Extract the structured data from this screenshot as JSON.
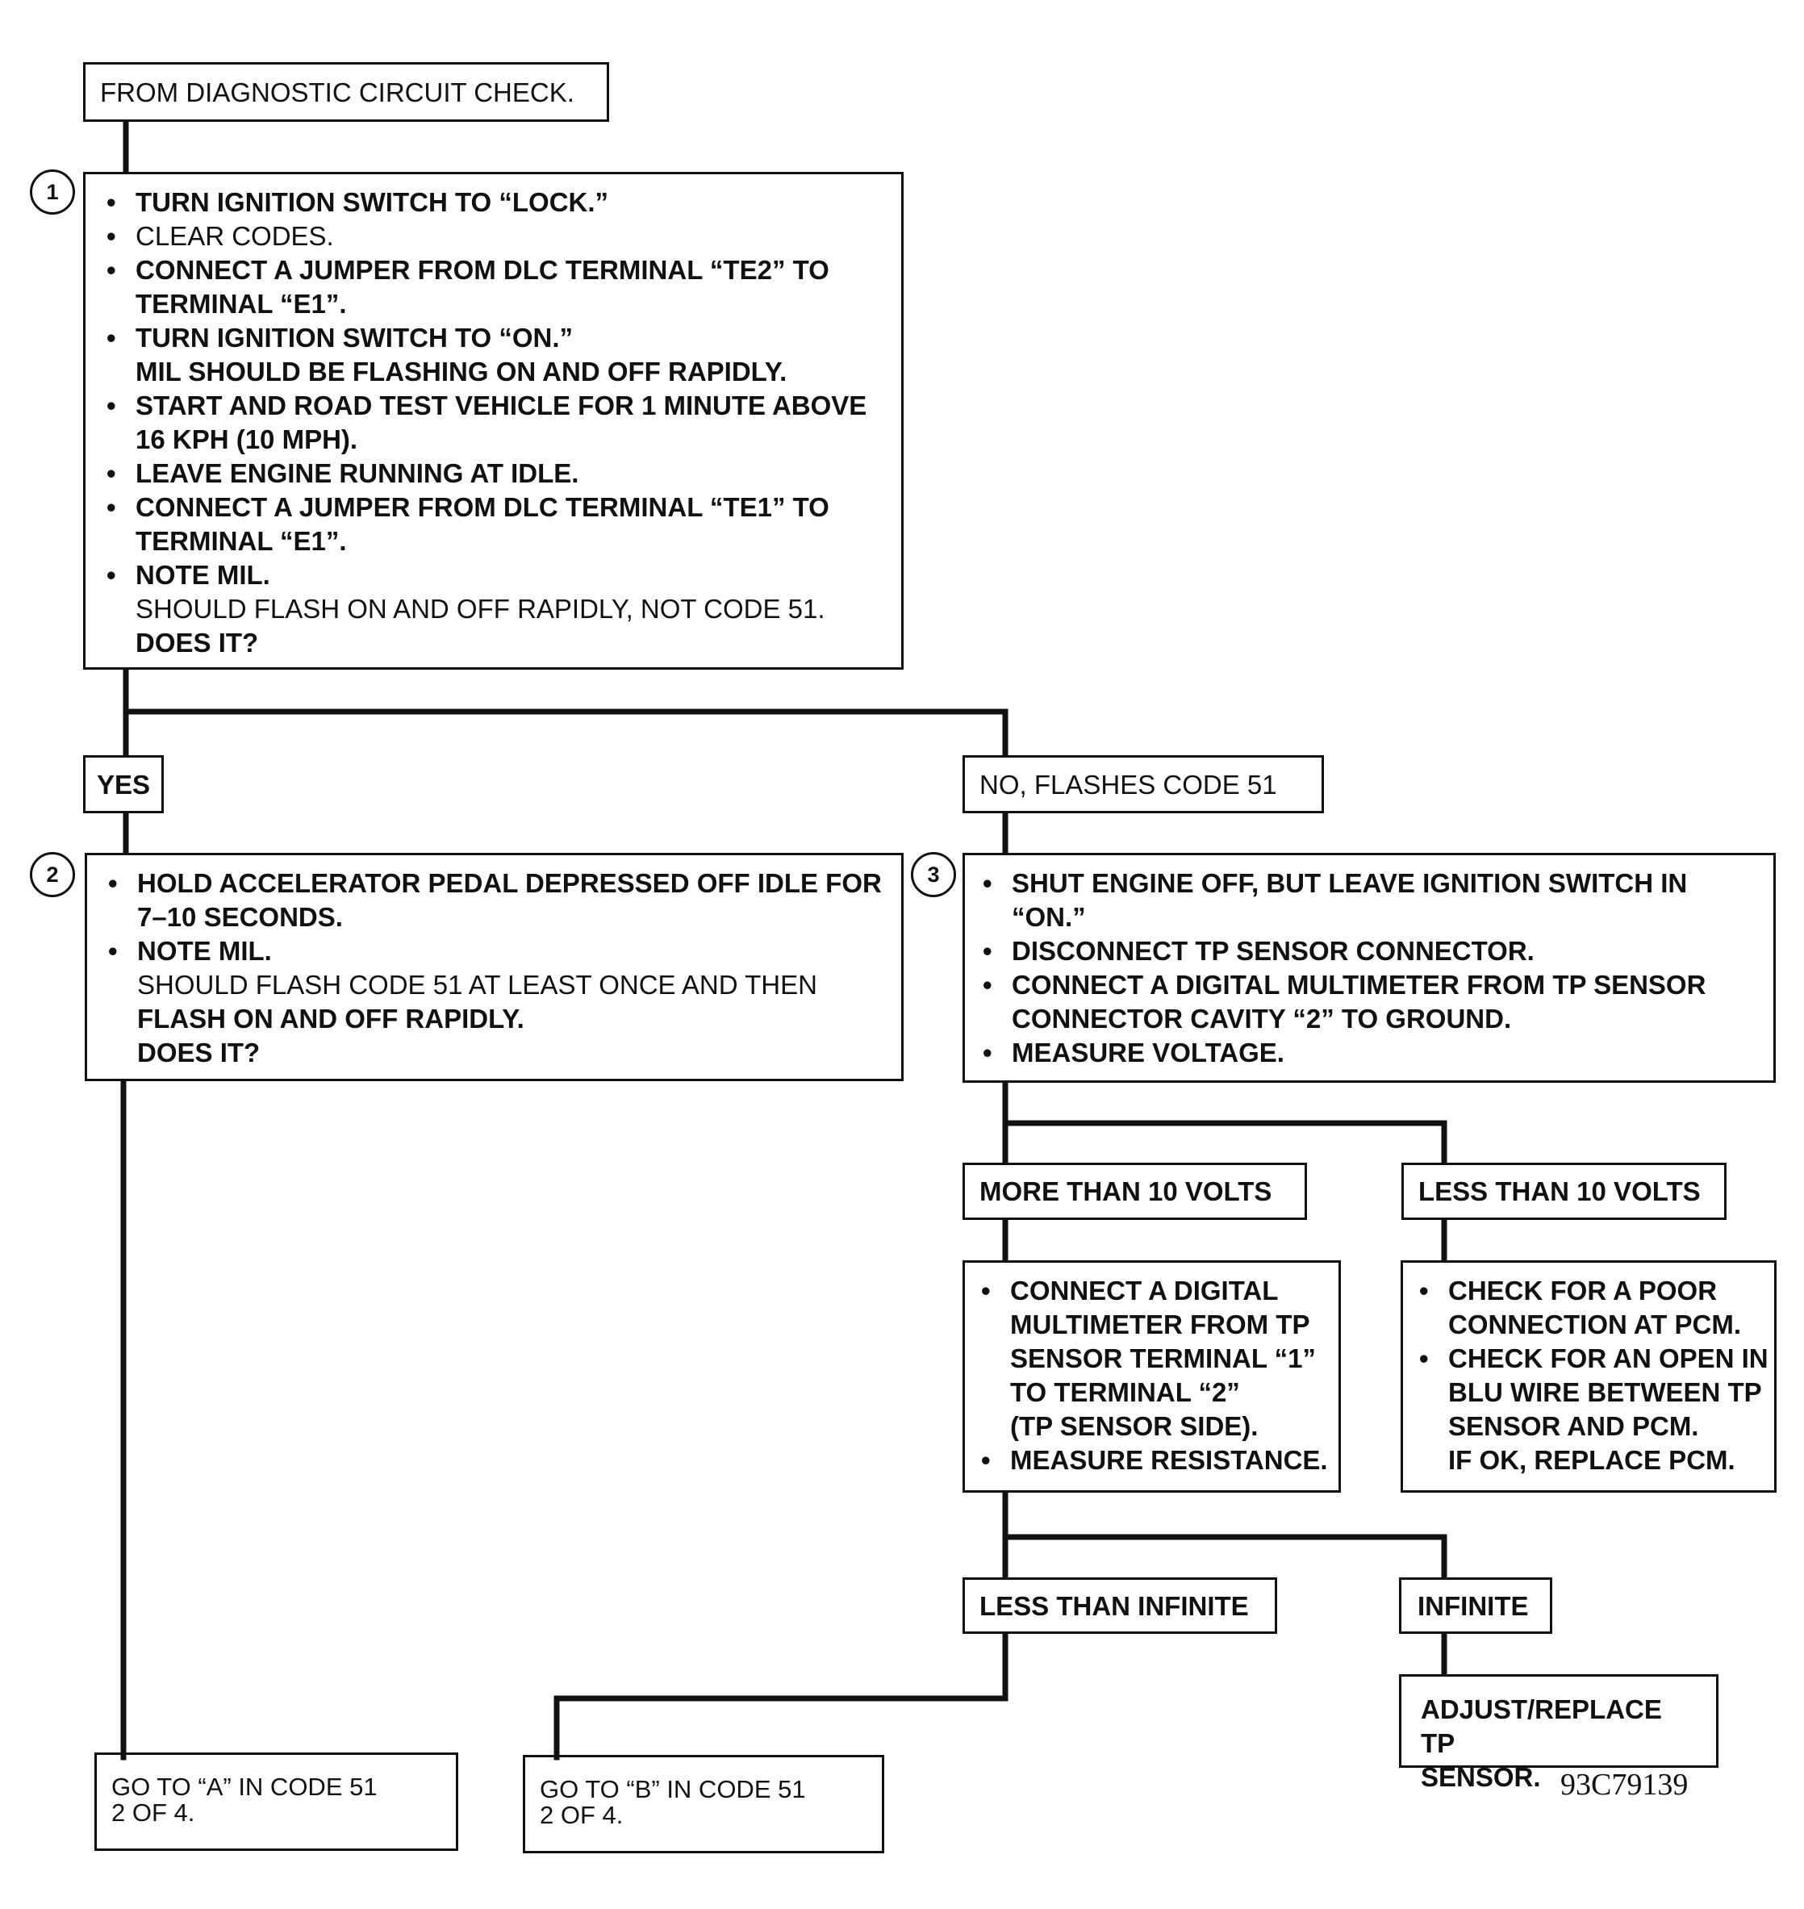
{
  "start": {
    "label": "FROM DIAGNOSTIC CIRCUIT CHECK."
  },
  "step1": {
    "number": "1",
    "items": [
      {
        "bold": true,
        "lines": [
          "TURN IGNITION SWITCH TO “LOCK.”"
        ]
      },
      {
        "bold": false,
        "lines": [
          "CLEAR CODES."
        ]
      },
      {
        "bold": true,
        "lines": [
          "CONNECT A JUMPER FROM DLC TERMINAL “TE2” TO",
          "TERMINAL “E1”."
        ]
      },
      {
        "bold": true,
        "lines": [
          "TURN IGNITION SWITCH TO “ON.”",
          "MIL SHOULD BE FLASHING ON AND OFF RAPIDLY."
        ]
      },
      {
        "bold": true,
        "lines": [
          "START AND ROAD TEST VEHICLE FOR 1 MINUTE ABOVE",
          "16 KPH (10 MPH)."
        ]
      },
      {
        "bold": true,
        "lines": [
          "LEAVE ENGINE RUNNING AT IDLE."
        ]
      },
      {
        "bold": true,
        "lines": [
          "CONNECT A JUMPER FROM DLC TERMINAL “TE1” TO",
          "TERMINAL “E1”."
        ]
      },
      {
        "bold": true,
        "lines": [
          "NOTE MIL."
        ]
      }
    ],
    "note_line": "SHOULD FLASH ON AND OFF RAPIDLY, NOT CODE 51.",
    "question": "DOES IT?"
  },
  "yes_label": "YES",
  "no_label": "NO, FLASHES CODE 51",
  "step2": {
    "number": "2",
    "line1": "HOLD ACCELERATOR PEDAL DEPRESSED OFF IDLE FOR",
    "line2": "7–10 SECONDS.",
    "item2": "NOTE MIL.",
    "note_line": "SHOULD FLASH CODE 51 AT LEAST ONCE AND THEN",
    "note_line2": "FLASH ON AND OFF RAPIDLY.",
    "question": "DOES IT?"
  },
  "step3": {
    "number": "3",
    "items": [
      {
        "lines": [
          "SHUT ENGINE OFF, BUT LEAVE IGNITION SWITCH IN",
          "“ON.”"
        ]
      },
      {
        "lines": [
          "DISCONNECT TP SENSOR CONNECTOR."
        ]
      },
      {
        "lines": [
          "CONNECT A DIGITAL MULTIMETER FROM TP SENSOR",
          "CONNECTOR CAVITY “2” TO GROUND."
        ]
      },
      {
        "lines": [
          "MEASURE VOLTAGE."
        ]
      }
    ]
  },
  "more_than_10": "MORE THAN 10 VOLTS",
  "less_than_10": "LESS THAN 10 VOLTS",
  "resistance_box": {
    "items": [
      {
        "lines": [
          "CONNECT A DIGITAL",
          "MULTIMETER FROM TP",
          "SENSOR TERMINAL “1”",
          "TO TERMINAL “2”",
          "(TP SENSOR SIDE)."
        ]
      },
      {
        "lines": [
          "MEASURE RESISTANCE."
        ]
      }
    ]
  },
  "pcm_box": {
    "items": [
      {
        "lines": [
          "CHECK FOR A POOR",
          "CONNECTION AT PCM."
        ]
      },
      {
        "lines": [
          "CHECK FOR AN OPEN IN",
          "BLU WIRE BETWEEN TP",
          "SENSOR AND PCM.",
          "IF OK, REPLACE PCM."
        ]
      }
    ]
  },
  "less_than_infinite": "LESS THAN INFINITE",
  "infinite": "INFINITE",
  "adjust_box": {
    "line1": "ADJUST/REPLACE TP",
    "line2": "SENSOR."
  },
  "goto_a": {
    "line1": "GO TO “A” IN CODE 51",
    "line2": "2 OF 4."
  },
  "goto_b": {
    "line1": "GO TO “B” IN CODE 51",
    "line2": "2 OF 4."
  },
  "figure_id": "93C79139",
  "colors": {
    "ink": "#111111",
    "paper": "#ffffff"
  }
}
